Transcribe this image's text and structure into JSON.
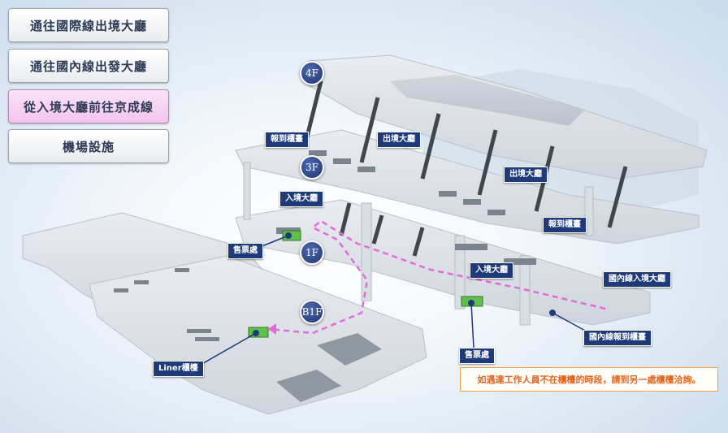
{
  "menu": [
    {
      "label": "通往國際線出境大廳",
      "active": false
    },
    {
      "label": "通往國內線出發大廳",
      "active": false
    },
    {
      "label": "從入境大廳前往京成線",
      "active": true
    },
    {
      "label": "機場設施",
      "active": false
    }
  ],
  "floors": {
    "f4": "4F",
    "f3": "3F",
    "f1": "1F",
    "b1": "B1F"
  },
  "labels": {
    "checkin_left": "報到櫃臺",
    "departure_left": "出境大廳",
    "departure_right": "出境大廳",
    "checkin_right": "報到櫃臺",
    "arrival_left": "入境大廳",
    "ticket_left": "售票處",
    "arrival_right": "入境大廳",
    "domestic_arrival": "國內線入境大廳",
    "domestic_checkin": "國內線報到櫃臺",
    "ticket_bottom": "售票處",
    "liner": "Liner櫃檯"
  },
  "note": "如遇達工作人員不在櫃檯的時段，請到另一處櫃檯洽詢。",
  "colors": {
    "route": "#e36ad9",
    "tag": "#1e3a78",
    "ticket": "#5fc04a",
    "note": "#e0651f"
  }
}
